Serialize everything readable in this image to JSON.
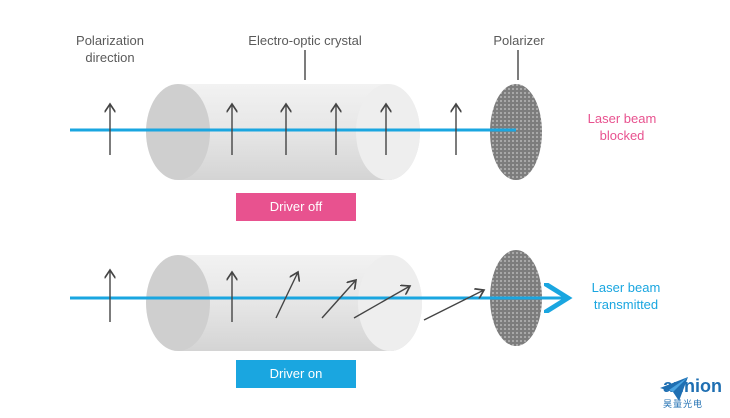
{
  "labels": {
    "polarization_direction": "Polarization\ndirection",
    "crystal": "Electro-optic crystal",
    "polarizer": "Polarizer",
    "blocked": "Laser beam\nblocked",
    "transmitted": "Laser beam\ntransmitted"
  },
  "driver": {
    "off_label": "Driver off",
    "on_label": "Driver on"
  },
  "colors": {
    "beam": "#1aa6e0",
    "driver_off": "#e8528f",
    "driver_on": "#1aa6e0",
    "blocked_text": "#e8528f",
    "transmitted_text": "#1aa6e0",
    "crystal": "#e3e3e3",
    "polarizer": "#8c8c8c"
  },
  "logo": {
    "name": "aunion",
    "sub": "昊量光电",
    "icon": "paper-plane-icon"
  }
}
